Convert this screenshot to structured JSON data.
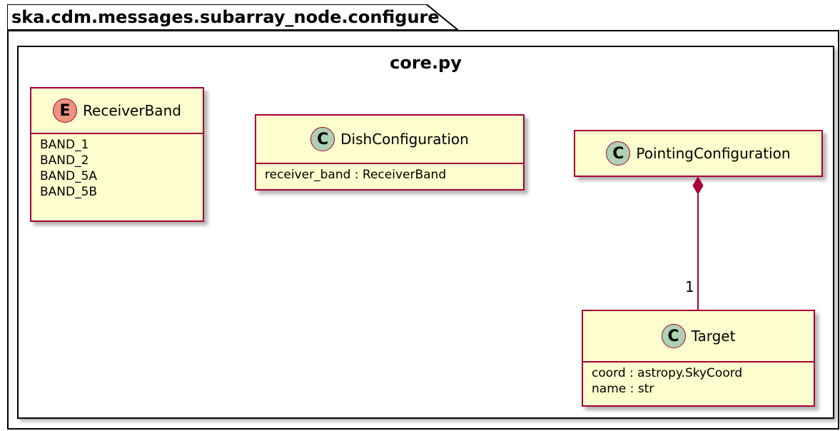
{
  "package": {
    "name": "ska.cdm.messages.subarray_node.configure"
  },
  "file": {
    "name": "core.py"
  },
  "classes": {
    "receiver_band": {
      "kind": "E",
      "name": "ReceiverBand",
      "attrs": [
        "BAND_1",
        "BAND_2",
        "BAND_5A",
        "BAND_5B"
      ]
    },
    "dish_configuration": {
      "kind": "C",
      "name": "DishConfiguration",
      "attrs": [
        "receiver_band : ReceiverBand"
      ]
    },
    "pointing_configuration": {
      "kind": "C",
      "name": "PointingConfiguration"
    },
    "target": {
      "kind": "C",
      "name": "Target",
      "attrs": [
        "coord : astropy.SkyCoord",
        "name : str"
      ]
    }
  },
  "relation": {
    "multiplicity": "1"
  },
  "colors": {
    "class_fill": "#fefece",
    "class_border": "#a80036",
    "class_icon": "#add1b2",
    "enum_icon": "#eb937f"
  }
}
